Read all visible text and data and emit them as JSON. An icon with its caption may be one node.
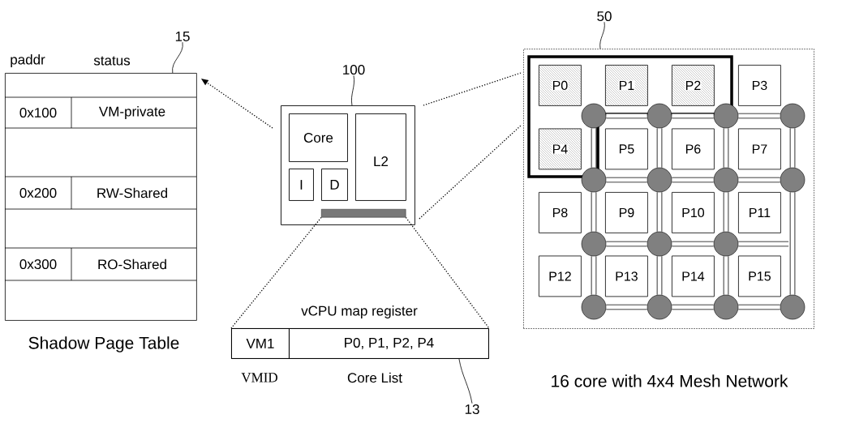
{
  "diagram": {
    "nodes": [
      {
        "text": [
          "15"
        ]
      },
      {
        "text": [
          "Shadow Page Table"
        ],
        "beside": [
          "paddr",
          "status"
        ]
      },
      {
        "text": [
          "100"
        ]
      },
      {
        "text": [],
        "shape": "box"
      },
      {
        "text": [
          "Core"
        ],
        "in": 3
      },
      {
        "text": [
          "L2"
        ],
        "in": 3
      },
      {
        "text": [
          "I"
        ],
        "in": 3
      },
      {
        "text": [
          "D"
        ],
        "in": 3
      },
      {
        "text": [],
        "shape": "bar",
        "in": 3
      },
      {
        "text": [
          "vCPU map register"
        ]
      },
      {
        "text": [
          "VM1"
        ],
        "in": 9
      },
      {
        "text": [
          "P0, P1, P2, P4"
        ],
        "in": 9
      },
      {
        "text": [
          "13"
        ]
      },
      {
        "text": [
          "50"
        ]
      },
      {
        "text": [
          "16 core with 4x4 Mesh Network"
        ]
      },
      {
        "text": [
          "P0"
        ],
        "in": 14
      },
      {
        "text": [
          "P1"
        ],
        "in": 14
      },
      {
        "text": [
          "P2"
        ],
        "in": 14
      },
      {
        "text": [
          "P3"
        ],
        "in": 14
      },
      {
        "text": [
          "P4"
        ],
        "in": 14
      },
      {
        "text": [
          "P5"
        ],
        "in": 14
      },
      {
        "text": [
          "P6"
        ],
        "in": 14
      },
      {
        "text": [
          "P7"
        ],
        "in": 14
      },
      {
        "text": [
          "P8"
        ],
        "in": 14
      },
      {
        "text": [
          "P9"
        ],
        "in": 14
      },
      {
        "text": [
          "P10"
        ],
        "in": 14
      },
      {
        "text": [
          "P11"
        ],
        "in": 14
      },
      {
        "text": [
          "P12"
        ],
        "in": 14
      },
      {
        "text": [
          "P13"
        ],
        "in": 14
      },
      {
        "text": [
          "P14"
        ],
        "in": 14
      },
      {
        "text": [
          "P15"
        ],
        "in": 14
      },
      {
        "text": [],
        "shape": "circle",
        "in": 14
      },
      {
        "text": [],
        "shape": "circle",
        "in": 14
      },
      {
        "text": [],
        "shape": "circle",
        "in": 14
      },
      {
        "text": [],
        "shape": "circle",
        "in": 14
      },
      {
        "text": [],
        "shape": "circle",
        "in": 14
      },
      {
        "text": [],
        "shape": "circle",
        "in": 14
      },
      {
        "text": [],
        "shape": "circle",
        "in": 14
      },
      {
        "text": [],
        "shape": "circle",
        "in": 14
      },
      {
        "text": [],
        "shape": "circle",
        "in": 14
      },
      {
        "text": [],
        "shape": "circle",
        "in": 14
      },
      {
        "text": [],
        "shape": "circle",
        "in": 14
      },
      {
        "text": [],
        "shape": "circle",
        "in": 14
      },
      {
        "text": [],
        "shape": "circle",
        "in": 14
      },
      {
        "text": [],
        "shape": "circle",
        "in": 14
      },
      {
        "text": [],
        "shape": "circle",
        "in": 14
      }
    ],
    "edges": [
      {
        "from": 0,
        "to": 1,
        "arrow": "none"
      },
      {
        "from": 2,
        "to": 3,
        "arrow": "none"
      },
      {
        "from": 3,
        "to": 1,
        "arrow": "to",
        "style": "dashed"
      },
      {
        "from": 3,
        "to": 14,
        "arrow": "none",
        "style": "dashed"
      },
      {
        "from": 3,
        "to": 14,
        "arrow": "none",
        "style": "dashed"
      },
      {
        "from": 8,
        "to": 9,
        "arrow": "none",
        "style": "dashed"
      },
      {
        "from": 8,
        "to": 9,
        "arrow": "none",
        "style": "dashed"
      },
      {
        "from": 12,
        "to": 9,
        "arrow": "none"
      },
      {
        "from": 13,
        "to": 14,
        "arrow": "none"
      },
      {
        "from": 31,
        "to": 32,
        "arrow": "none"
      },
      {
        "from": 32,
        "to": 33,
        "arrow": "none"
      },
      {
        "from": 33,
        "to": 34,
        "arrow": "none"
      },
      {
        "from": 35,
        "to": 36,
        "arrow": "none"
      },
      {
        "from": 36,
        "to": 37,
        "arrow": "none"
      },
      {
        "from": 37,
        "to": 38,
        "arrow": "none"
      },
      {
        "from": 39,
        "to": 40,
        "arrow": "none"
      },
      {
        "from": 40,
        "to": 41,
        "arrow": "none"
      },
      {
        "from": 41,
        "to": null,
        "arrow": "none"
      },
      {
        "from": 42,
        "to": 43,
        "arrow": "none"
      },
      {
        "from": 43,
        "to": 44,
        "arrow": "none"
      },
      {
        "from": 44,
        "to": 45,
        "arrow": "none"
      },
      {
        "from": 31,
        "to": 35,
        "arrow": "none"
      },
      {
        "from": 35,
        "to": 39,
        "arrow": "none"
      },
      {
        "from": 39,
        "to": 42,
        "arrow": "none"
      },
      {
        "from": 32,
        "to": 36,
        "arrow": "none"
      },
      {
        "from": 36,
        "to": 40,
        "arrow": "none"
      },
      {
        "from": 40,
        "to": 43,
        "arrow": "none"
      },
      {
        "from": 33,
        "to": 37,
        "arrow": "none"
      },
      {
        "from": 37,
        "to": 41,
        "arrow": "none"
      },
      {
        "from": 41,
        "to": 44,
        "arrow": "none"
      },
      {
        "from": 34,
        "to": 38,
        "arrow": "none"
      },
      {
        "from": 38,
        "to": 45,
        "arrow": "none"
      }
    ],
    "labels": [
      "0x100",
      "VM-private",
      "0x200",
      "RW-Shared",
      "0x300",
      "RO-Shared",
      "VMID",
      "Core List"
    ]
  }
}
